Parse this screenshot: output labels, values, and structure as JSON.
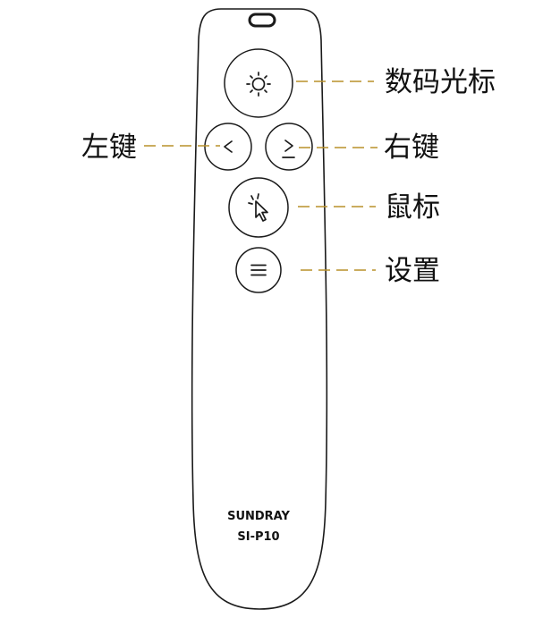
{
  "colors": {
    "outline": "#1a1a1a",
    "leader_line": "#b8902a",
    "text": "#111111",
    "background": "#ffffff"
  },
  "remote": {
    "brand": "SUNDRAY",
    "model": "SI-P10"
  },
  "buttons": [
    {
      "id": "laser",
      "icon": "sun-icon",
      "label": "数码光标"
    },
    {
      "id": "left",
      "icon": "chevron-left-icon",
      "label": "左键"
    },
    {
      "id": "right",
      "icon": "chevron-right-icon",
      "label": "右键"
    },
    {
      "id": "mouse",
      "icon": "cursor-icon",
      "label": "鼠标"
    },
    {
      "id": "settings",
      "icon": "menu-icon",
      "label": "设置"
    }
  ]
}
